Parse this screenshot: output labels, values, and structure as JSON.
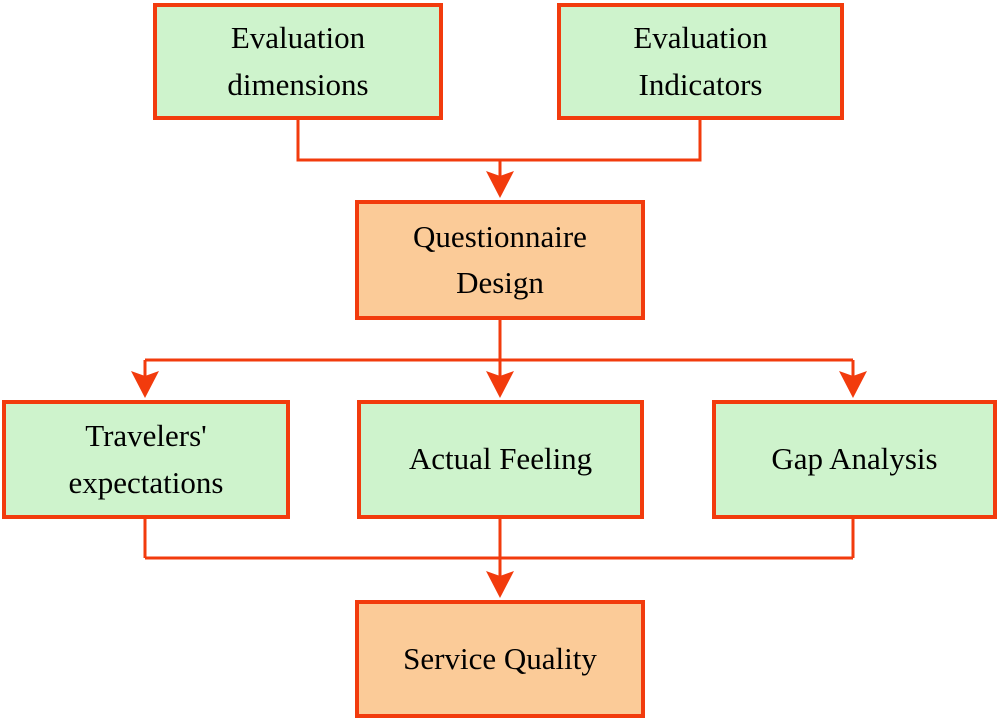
{
  "colors": {
    "line": "#f23b0d",
    "node-green": "#cef3cc",
    "node-orange": "#fbcb98",
    "text": "#000000",
    "bg": "#ffffff"
  },
  "diagram": {
    "type": "flowchart",
    "nodes": [
      {
        "id": "evaluation-dimensions",
        "label": "Evaluation\ndimensions",
        "style": "green"
      },
      {
        "id": "evaluation-indicators",
        "label": "Evaluation\nIndicators",
        "style": "green"
      },
      {
        "id": "questionnaire-design",
        "label": "Questionnaire\nDesign",
        "style": "orange"
      },
      {
        "id": "travelers-expectations",
        "label": "Travelers'\nexpectations",
        "style": "green"
      },
      {
        "id": "actual-feeling",
        "label": "Actual Feeling",
        "style": "green"
      },
      {
        "id": "gap-analysis",
        "label": "Gap Analysis",
        "style": "green"
      },
      {
        "id": "service-quality",
        "label": "Service Quality",
        "style": "orange"
      }
    ],
    "edges": [
      {
        "from": "evaluation-dimensions",
        "to": "questionnaire-design"
      },
      {
        "from": "evaluation-indicators",
        "to": "questionnaire-design"
      },
      {
        "from": "questionnaire-design",
        "to": "travelers-expectations"
      },
      {
        "from": "questionnaire-design",
        "to": "actual-feeling"
      },
      {
        "from": "questionnaire-design",
        "to": "gap-analysis"
      },
      {
        "from": "travelers-expectations",
        "to": "service-quality"
      },
      {
        "from": "actual-feeling",
        "to": "service-quality"
      },
      {
        "from": "gap-analysis",
        "to": "service-quality"
      }
    ]
  }
}
